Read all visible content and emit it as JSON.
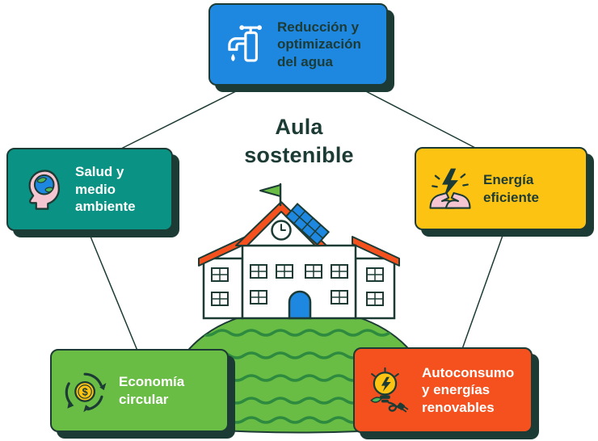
{
  "title": "Aula sostenible",
  "cards": [
    {
      "id": "water",
      "label": "Reducción y optimización del agua",
      "color": "#1e87e0",
      "text_color": "#1d3b35",
      "icon": "faucet-icon"
    },
    {
      "id": "health",
      "label": "Salud y medio ambiente",
      "color": "#0a9384",
      "text_color": "#ffffff",
      "icon": "head-globe-icon"
    },
    {
      "id": "energy",
      "label": "Energía eficiente",
      "color": "#fdc313",
      "text_color": "#1d3b35",
      "icon": "hands-energy-icon"
    },
    {
      "id": "circular",
      "label": "Economía circular",
      "color": "#69bd45",
      "text_color": "#ffffff",
      "icon": "circular-economy-icon"
    },
    {
      "id": "renewable",
      "label": "Autoconsumo y energías renovables",
      "color": "#f4511e",
      "text_color": "#ffffff",
      "icon": "bulb-plug-icon"
    }
  ],
  "glyphs": {
    "dollar": "$"
  },
  "colors": {
    "outline_dark": "#1d3b35",
    "hill_green": "#69bd45",
    "hill_contour": "#2d8a3e",
    "roof_orange": "#f4511e",
    "door_blue": "#1e87e0",
    "flag_green": "#69bd45",
    "skin_pink": "#f5c6d2",
    "coin_yellow": "#fdc313",
    "background": "#ffffff"
  },
  "illustration": "school-building-on-green-hill-with-solar-panel-and-flag"
}
